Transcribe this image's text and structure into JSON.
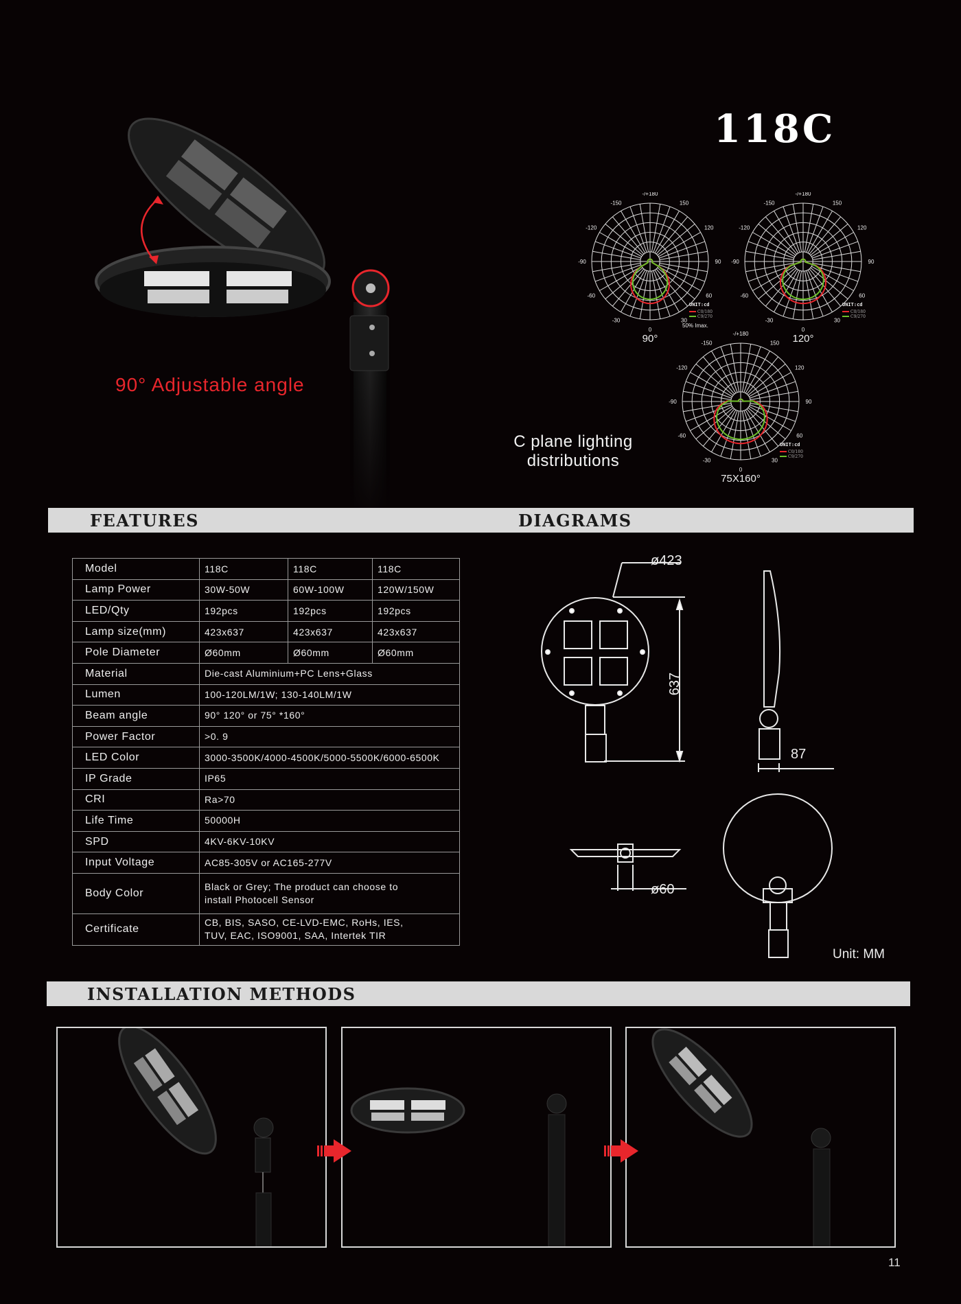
{
  "header": {
    "model_title": "118C"
  },
  "hero": {
    "adjustable_label": "90°  Adjustable angle"
  },
  "distributions": {
    "caption_line1": "C plane lighting",
    "caption_line2": "distributions",
    "angle_labels": [
      "-/+180",
      "-150",
      "150",
      "-120",
      "120",
      "-90",
      "90",
      "-60",
      "60",
      "-30",
      "30",
      "0"
    ],
    "unit": "UNIT:cd",
    "legend": [
      "C0/180",
      "C9/270"
    ],
    "note": "50% Imax.",
    "charts": [
      {
        "label": "90°",
        "beam_deg": 90
      },
      {
        "label": "120°",
        "beam_deg": 120
      },
      {
        "label": "75X160°",
        "beam_deg": 160
      }
    ],
    "colors": {
      "c0": "#e8262c",
      "c9": "#6cc02a"
    }
  },
  "sections": {
    "features": "FEATURES",
    "diagrams": "DIAGRAMS",
    "installation": "INSTALLATION METHODS"
  },
  "features": {
    "multi_rows": [
      {
        "label": "Model",
        "values": [
          "118C",
          "118C",
          "118C"
        ]
      },
      {
        "label": "Lamp Power",
        "values": [
          "30W-50W",
          "60W-100W",
          "120W/150W"
        ]
      },
      {
        "label": "LED/Qty",
        "values": [
          "192pcs",
          "192pcs",
          "192pcs"
        ]
      },
      {
        "label": "Lamp size(mm)",
        "values": [
          "423x637",
          "423x637",
          "423x637"
        ]
      },
      {
        "label": "Pole Diameter",
        "values": [
          "Ø60mm",
          "Ø60mm",
          "Ø60mm"
        ]
      }
    ],
    "single_rows": [
      {
        "label": "Material",
        "value": "Die-cast Aluminium+PC Lens+Glass"
      },
      {
        "label": "Lumen",
        "value": "100-120LM/1W; 130-140LM/1W"
      },
      {
        "label": "Beam angle",
        "value": "90°  120°  or 75° *160°"
      },
      {
        "label": "Power Factor",
        "value": ">0. 9"
      },
      {
        "label": "LED Color",
        "value": "3000-3500K/4000-4500K/5000-5500K/6000-6500K"
      },
      {
        "label": "IP Grade",
        "value": "IP65"
      },
      {
        "label": "CRI",
        "value": "Ra>70"
      },
      {
        "label": "Life Time",
        "value": "50000H"
      },
      {
        "label": "SPD",
        "value": "4KV-6KV-10KV"
      },
      {
        "label": "Input Voltage",
        "value": "AC85-305V or AC165-277V"
      },
      {
        "label": "Body Color",
        "value": "Black or Grey; The product can choose to install Photocell Sensor"
      },
      {
        "label": "Certificate",
        "value": "CB, BIS, SASO, CE-LVD-EMC, RoHs, IES, TUV, EAC,  ISO9001, SAA, Intertek TIR"
      }
    ]
  },
  "diagrams": {
    "diameter": "ø423",
    "height": "637",
    "depth": "87",
    "pole": "ø60",
    "unit": "Unit: MM"
  },
  "page": {
    "number": "11"
  }
}
